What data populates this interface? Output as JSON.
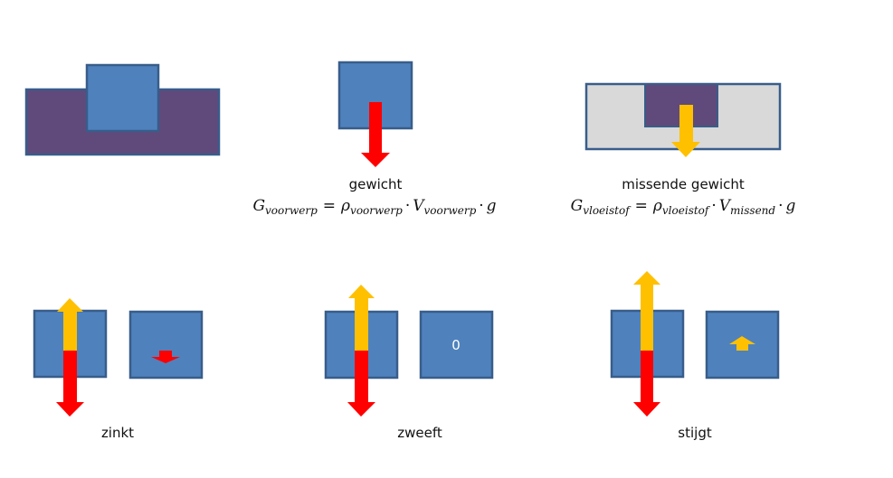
{
  "colors": {
    "object_fill": "#4f81bd",
    "object_stroke": "#385d8a",
    "liquid_fill": "#604a7b",
    "container_fill": "#d9d9d9",
    "weight_arrow": "#ff0000",
    "buoyancy_arrow": "#ffc000",
    "text": "#111111"
  },
  "top_row": {
    "weight_panel": {
      "caption": "gewicht",
      "formula": {
        "lhs": "G",
        "lhs_sub": "voorwerp",
        "equals": "=",
        "rho": "ρ",
        "rho_sub": "voorwerp",
        "dot": "·",
        "V": "V",
        "V_sub": "voorwerp",
        "g": "g"
      }
    },
    "missing_weight_panel": {
      "caption": "missende gewicht",
      "formula": {
        "lhs": "G",
        "lhs_sub": "vloeistof",
        "equals": "=",
        "rho": "ρ",
        "rho_sub": "vloeistof",
        "dot": "·",
        "V": "V",
        "V_sub": "missend",
        "g": "g"
      }
    }
  },
  "bottom_row": [
    {
      "caption": "zinkt",
      "net_force": "down"
    },
    {
      "caption": "zweeft",
      "net_force": "zero",
      "net_label": "0"
    },
    {
      "caption": "stijgt",
      "net_force": "up"
    }
  ]
}
